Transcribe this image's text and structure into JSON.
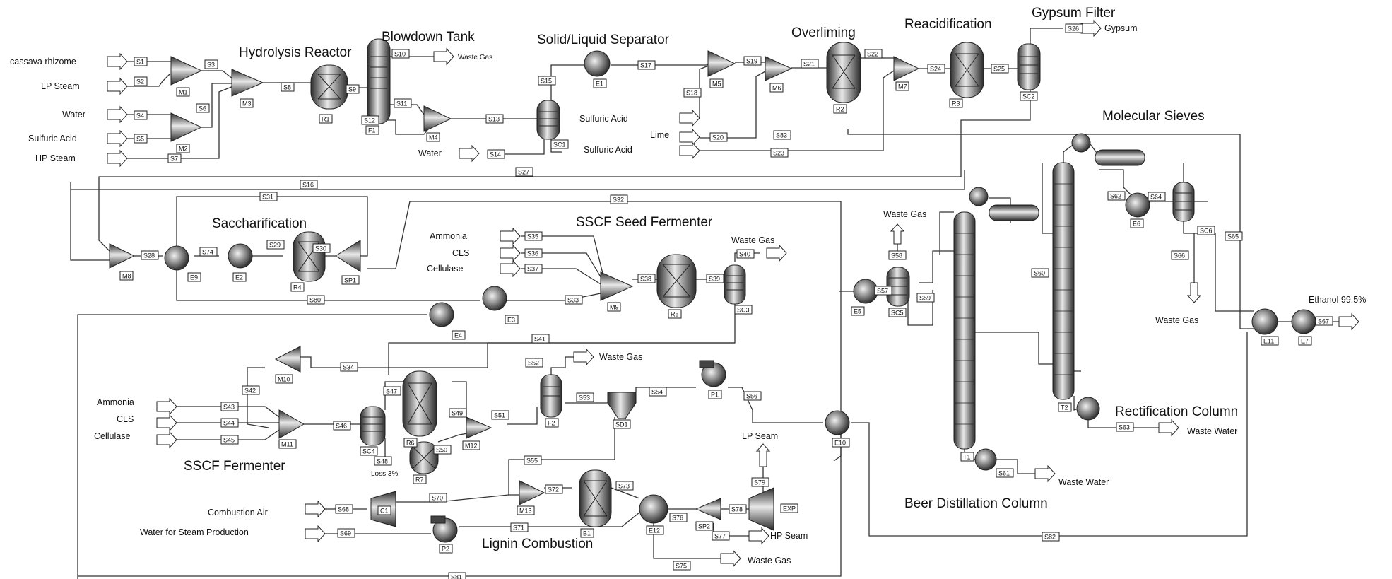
{
  "titles": {
    "hydrolysis_reactor": "Hydrolysis Reactor",
    "blowdown_tank": "Blowdown Tank",
    "solid_liquid_separator": "Solid/Liquid Separator",
    "overliming": "Overliming",
    "reacidification": "Reacidification",
    "gypsum_filter": "Gypsum Filter",
    "molecular_sieves": "Molecular Sieves",
    "saccharification": "Saccharification",
    "sscf_seed_fermenter": "SSCF Seed Fermenter",
    "sscf_fermenter": "SSCF Fermenter",
    "lignin_combustion": "Lignin Combustion",
    "rectification_column": "Rectification Column",
    "beer_distillation_column": "Beer Distillation Column"
  },
  "labels": {
    "cassava_rhizome": "cassava rhizome",
    "lp_steam": "LP Steam",
    "water": "Water",
    "sulfuric_acid_1": "Sulfuric Acid",
    "hp_steam": "HP Steam",
    "waste_gas_blowdown": "Waste Gas",
    "water_m4": "Water",
    "sulfuric_acid_2": "Sulfuric Acid",
    "lime": "Lime",
    "sulfuric_acid_3": "Sulfuric Acid",
    "gypsum": "Gypsum",
    "ammonia_seed": "Ammonia",
    "cls_seed": "CLS",
    "cellulase_seed": "Cellulase",
    "waste_gas_seed": "Waste Gas",
    "waste_gas_beer": "Waste Gas",
    "waste_gas_sieves": "Waste Gas",
    "ethanol": "Ethanol 99.5%",
    "ammonia_ferm": "Ammonia",
    "cls_ferm": "CLS",
    "cellulase_ferm": "Cellulase",
    "loss": "Loss 3%",
    "waste_gas_f2": "Waste Gas",
    "lp_seam": "LP Seam",
    "combustion_air": "Combustion Air",
    "water_for_steam": "Water for Steam Production",
    "hp_seam": "HP Seam",
    "waste_gas_comb": "Waste Gas",
    "waste_water_rect": "Waste Water",
    "waste_water_beer": "Waste Water"
  },
  "units": {
    "M1": "M1",
    "M2": "M2",
    "M3": "M3",
    "R1": "R1",
    "F1": "F1",
    "M4": "M4",
    "SC1": "SC1",
    "E1": "E1",
    "M5": "M5",
    "M6": "M6",
    "R2": "R2",
    "M7": "M7",
    "R3": "R3",
    "SC2": "SC2",
    "M8": "M8",
    "E9": "E9",
    "E2": "E2",
    "R4": "R4",
    "SP1": "SP1",
    "E3": "E3",
    "M9": "M9",
    "R5": "R5",
    "SC3": "SC3",
    "E4": "E4",
    "M10": "M10",
    "M11": "M11",
    "SC4": "SC4",
    "R6": "R6",
    "R7": "R7",
    "M12": "M12",
    "F2": "F2",
    "SD1": "SD1",
    "P1": "P1",
    "E10": "E10",
    "C1": "C1",
    "P2": "P2",
    "M13": "M13",
    "B1": "B1",
    "E12": "E12",
    "SP2": "SP2",
    "EXP": "EXP",
    "E5": "E5",
    "SC5": "SC5",
    "T1": "T1",
    "T2": "T2",
    "E6": "E6",
    "SC6": "SC6",
    "E11": "E11",
    "E7": "E7"
  },
  "streams": {
    "S1": "S1",
    "S2": "S2",
    "S3": "S3",
    "S4": "S4",
    "S5": "S5",
    "S6": "S6",
    "S7": "S7",
    "S8": "S8",
    "S9": "S9",
    "S10": "S10",
    "S11": "S11",
    "S12": "S12",
    "S13": "S13",
    "S14": "S14",
    "S15": "S15",
    "S16": "S16",
    "S17": "S17",
    "S18": "S18",
    "S19": "S19",
    "S20": "S20",
    "S21": "S21",
    "S22": "S22",
    "S23": "S23",
    "S24": "S24",
    "S25": "S25",
    "S26": "S26",
    "S27": "S27",
    "S28": "S28",
    "S29": "S29",
    "S30": "S30",
    "S31": "S31",
    "S32": "S32",
    "S33": "S33",
    "S34": "S34",
    "S35": "S35",
    "S36": "S36",
    "S37": "S37",
    "S38": "S38",
    "S39": "S39",
    "S40": "S40",
    "S41": "S41",
    "S42": "S42",
    "S43": "S43",
    "S44": "S44",
    "S45": "S45",
    "S46": "S46",
    "S47": "S47",
    "S48": "S48",
    "S49": "S49",
    "S50": "S50",
    "S51": "S51",
    "S52": "S52",
    "S53": "S53",
    "S54": "S54",
    "S55": "S55",
    "S56": "S56",
    "S57": "S57",
    "S58": "S58",
    "S59": "S59",
    "S60": "S60",
    "S61": "S61",
    "S62": "S62",
    "S63": "S63",
    "S64": "S64",
    "S65": "S65",
    "S66": "S66",
    "S67": "S67",
    "S68": "S68",
    "S69": "S69",
    "S70": "S70",
    "S71": "S71",
    "S72": "S72",
    "S73": "S73",
    "S74": "S74",
    "S75": "S75",
    "S76": "S76",
    "S77": "S77",
    "S78": "S78",
    "S79": "S79",
    "S80": "S80",
    "S81": "S81",
    "S82": "S82",
    "S83": "S83"
  }
}
